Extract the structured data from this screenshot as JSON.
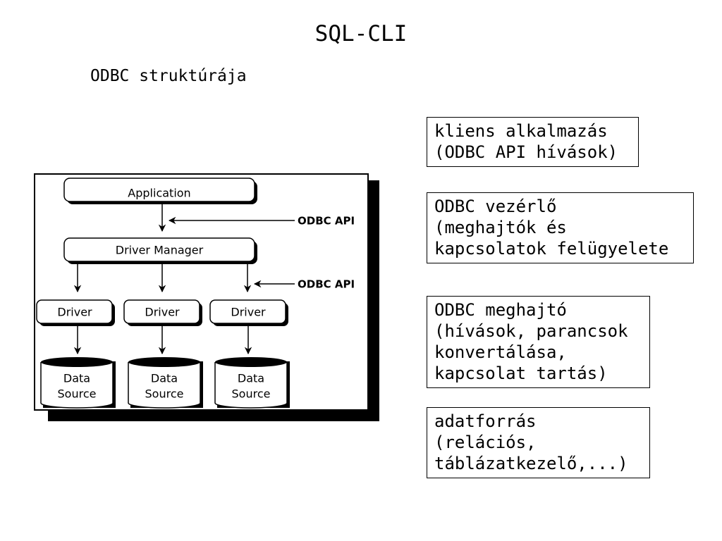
{
  "page": {
    "title": "SQL-CLI",
    "subtitle": "ODBC struktúrája"
  },
  "diagram": {
    "application": "Application",
    "driver_manager": "Driver Manager",
    "driver": "Driver",
    "data_source": [
      "Data",
      "Source"
    ],
    "odbc_api_1": "ODBC API",
    "odbc_api_2": "ODBC API"
  },
  "notes": [
    {
      "lines": [
        "kliens alkalmazás",
        "(ODBC API hívások)"
      ]
    },
    {
      "lines": [
        "ODBC vezérlő",
        "(meghajtók és",
        "kapcsolatok felügyelete"
      ]
    },
    {
      "lines": [
        "ODBC meghajtó",
        "(hívások, parancsok",
        "konvertálása,",
        "kapcsolat tartás)"
      ]
    },
    {
      "lines": [
        "adatforrás",
        "(relációs,",
        "táblázatkezelő,...)"
      ]
    }
  ],
  "colors": {
    "ink": "#000000",
    "background": "#ffffff",
    "shadow": "#000000"
  }
}
